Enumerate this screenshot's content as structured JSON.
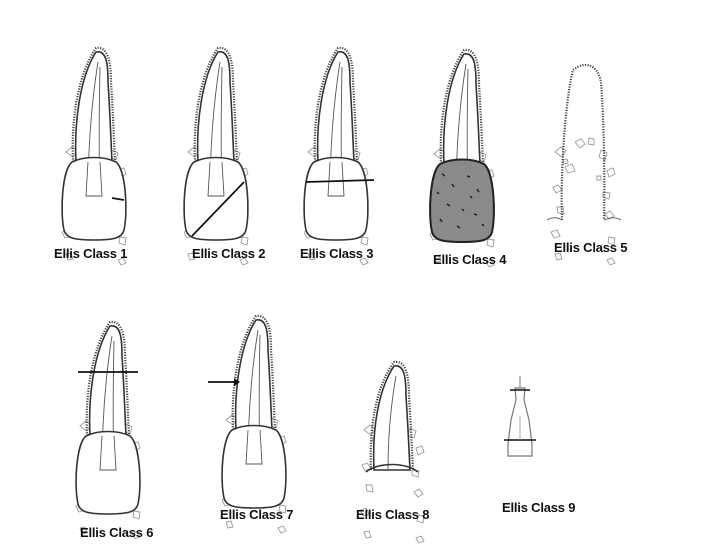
{
  "classes": [
    {
      "id": "c1",
      "label": "Ellis Class 1"
    },
    {
      "id": "c2",
      "label": "Ellis Class 2"
    },
    {
      "id": "c3",
      "label": "Ellis Class 3"
    },
    {
      "id": "c4",
      "label": "Ellis Class 4"
    },
    {
      "id": "c5",
      "label": "Ellis Class 5"
    },
    {
      "id": "c6",
      "label": "Ellis Class 6"
    },
    {
      "id": "c7",
      "label": "Ellis Class 7"
    },
    {
      "id": "c8",
      "label": "Ellis Class 8"
    },
    {
      "id": "c9",
      "label": "Ellis Class 9"
    }
  ]
}
